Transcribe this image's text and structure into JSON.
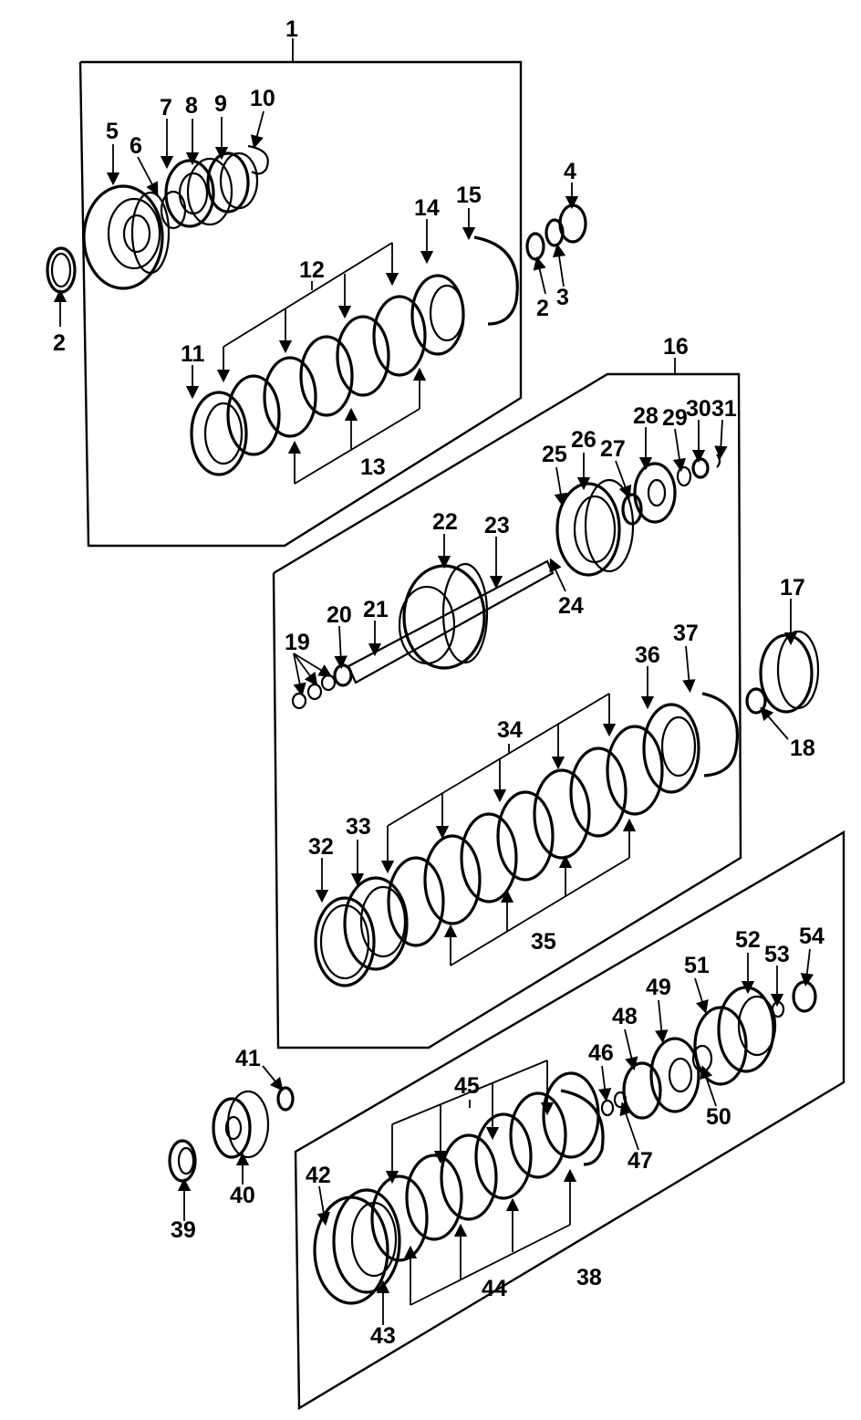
{
  "diagram": {
    "labels": {
      "l1": "1",
      "l2a": "2",
      "l2b": "2",
      "l3": "3",
      "l4": "4",
      "l5": "5",
      "l6": "6",
      "l7": "7",
      "l8": "8",
      "l9": "9",
      "l10": "10",
      "l11": "11",
      "l12": "12",
      "l13": "13",
      "l14": "14",
      "l15": "15",
      "l16": "16",
      "l17": "17",
      "l18": "18",
      "l19": "19",
      "l20": "20",
      "l21": "21",
      "l22": "22",
      "l23": "23",
      "l24": "24",
      "l25": "25",
      "l26": "26",
      "l27": "27",
      "l28": "28",
      "l29": "29",
      "l30": "30",
      "l31": "31",
      "l32": "32",
      "l33": "33",
      "l34": "34",
      "l35": "35",
      "l36": "36",
      "l37": "37",
      "l38": "38",
      "l39": "39",
      "l40": "40",
      "l41": "41",
      "l42": "42",
      "l43": "43",
      "l44": "44",
      "l45": "45",
      "l46": "46",
      "l47": "47",
      "l48": "48",
      "l49": "49",
      "l50": "50",
      "l51": "51",
      "l52": "52",
      "l53": "53",
      "l54": "54"
    }
  }
}
